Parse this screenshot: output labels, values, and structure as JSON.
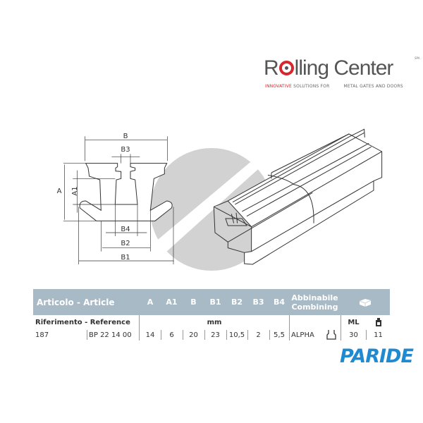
{
  "brand": {
    "name_part1": "R",
    "name_part2": "lling Center",
    "tagline_highlight": "INNOVATIVE",
    "tagline_part1": "SOLUTIONS FOR",
    "tagline_part2": "METAL GATES AND DOORS",
    "suffix": "SPA",
    "accent_color": "#d7262d"
  },
  "diagram": {
    "labels": {
      "B": "B",
      "B3": "B3",
      "A": "A",
      "A1": "A1",
      "B4": "B4",
      "B2": "B2",
      "B1": "B1"
    }
  },
  "table": {
    "header_color": "#a8bac6",
    "header": {
      "article": "Articolo - Article",
      "cols": [
        "A",
        "A1",
        "B",
        "B1",
        "B2",
        "B3",
        "B4"
      ],
      "combining_line1": "Abbinabile",
      "combining_line2": "Combining",
      "package_icon": "box-icon"
    },
    "subheader": {
      "reference": "Riferimento - Reference",
      "unit": "mm",
      "ml": "ML",
      "pieces_icon": "stack-icon"
    },
    "row": {
      "article": "187",
      "reference": "BP 22 14 00",
      "values": [
        "14",
        "6",
        "20",
        "23",
        "10,5",
        "2",
        "5,5"
      ],
      "combining": "ALPHA",
      "combining_icon": "profile-icon",
      "ml": "30",
      "pieces": "11"
    }
  },
  "seller": {
    "name": "PARIDE",
    "color": "#1f8ad2"
  }
}
